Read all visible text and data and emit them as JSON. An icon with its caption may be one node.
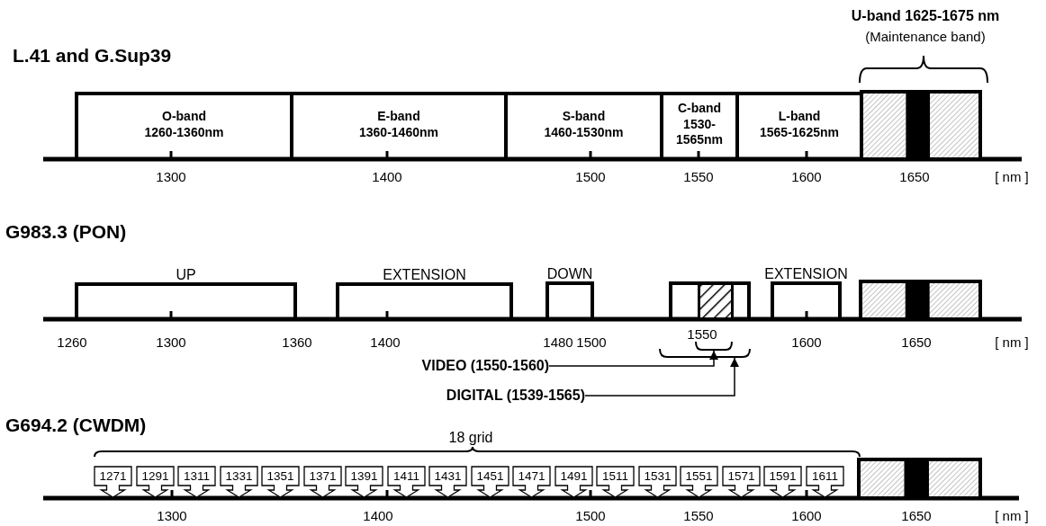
{
  "diagram": {
    "nodes": [
      {
        "text": [
          "O-band",
          "1260-1360nm"
        ]
      },
      {
        "text": [
          "E-band",
          "1360-1460nm"
        ]
      },
      {
        "text": [
          "S-band",
          "1460-1530nm"
        ]
      },
      {
        "text": [
          "C-band",
          "1530- 1565nm"
        ]
      },
      {
        "text": [
          "L-band",
          "1565-1625nm"
        ]
      },
      {
        "text": [],
        "shape": "box"
      },
      {
        "text": [
          "UP"
        ]
      },
      {
        "text": [
          "EXTENSION"
        ]
      },
      {
        "text": [
          "DOWN"
        ]
      },
      {
        "text": [],
        "shape": "box"
      },
      {
        "text": [],
        "shape": "box",
        "in": 9
      },
      {
        "text": [
          "EXTENSION"
        ]
      },
      {
        "text": [],
        "shape": "box"
      },
      {
        "text": [
          "VIDEO (1550-1560)"
        ]
      },
      {
        "text": [
          "DIGITAL (1539-1565)"
        ]
      },
      {
        "text": [
          "1271"
        ]
      },
      {
        "text": [
          "1291"
        ]
      },
      {
        "text": [
          "1311"
        ]
      },
      {
        "text": [
          "1331"
        ]
      },
      {
        "text": [
          "1351"
        ]
      },
      {
        "text": [
          "1371"
        ]
      },
      {
        "text": [
          "1391"
        ]
      },
      {
        "text": [
          "1411"
        ]
      },
      {
        "text": [
          "1431"
        ]
      },
      {
        "text": [
          "1451"
        ]
      },
      {
        "text": [
          "1471"
        ]
      },
      {
        "text": [
          "1491"
        ]
      },
      {
        "text": [
          "1511"
        ]
      },
      {
        "text": [
          "1531"
        ]
      },
      {
        "text": [
          "1551"
        ]
      },
      {
        "text": [
          "1571"
        ]
      },
      {
        "text": [
          "1591"
        ]
      },
      {
        "text": [
          "1611"
        ]
      },
      {
        "text": [],
        "shape": "box"
      },
      {
        "text": [],
        "shape": "bracket"
      },
      {
        "text": [],
        "shape": "bracket"
      }
    ],
    "edges": [
      {
        "from": 13,
        "to": 34,
        "arrow": "to"
      },
      {
        "from": 14,
        "to": 35,
        "arrow": "to"
      }
    ],
    "labels": [
      "U-band 1625-1675 nm",
      "(Maintenance band)",
      "L.41 and G.Sup39",
      "1300",
      "1400",
      "1500",
      "1550",
      "1600",
      "1650",
      "[ nm ]",
      "G983.3 (PON)",
      "1260",
      "1300",
      "1360",
      "1400",
      "1480",
      "1500",
      "1550",
      "1600",
      "1650",
      "[ nm ]",
      "G694.2 (CWDM)",
      "18 grid",
      "1300",
      "1400",
      "1500",
      "1550",
      "1600",
      "1650",
      "[ nm ]"
    ]
  }
}
